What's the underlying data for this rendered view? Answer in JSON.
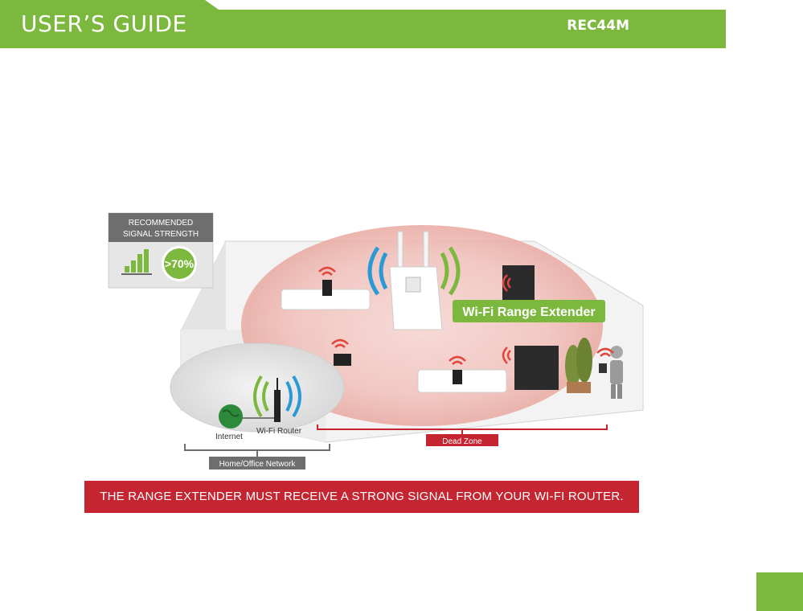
{
  "header": {
    "title": "USER’S GUIDE",
    "model": "REC44M"
  },
  "diagram": {
    "signal_box": {
      "line1": "RECOMMENDED",
      "line2": "SIGNAL STRENGTH",
      "value": ">70%"
    },
    "extender_label": "Wi-Fi Range Extender",
    "internet_label": "Internet",
    "router_label": "Wi-Fi Router",
    "dead_zone_label": "Dead Zone",
    "network_label": "Home/Office Network"
  },
  "banner": {
    "text": "THE RANGE EXTENDER MUST RECEIVE A STRONG SIGNAL FROM YOUR WI-FI ROUTER."
  },
  "colors": {
    "brand_green": "#7cb83e",
    "alert_red": "#c42530",
    "wifi_blue": "#2a9ad6"
  }
}
